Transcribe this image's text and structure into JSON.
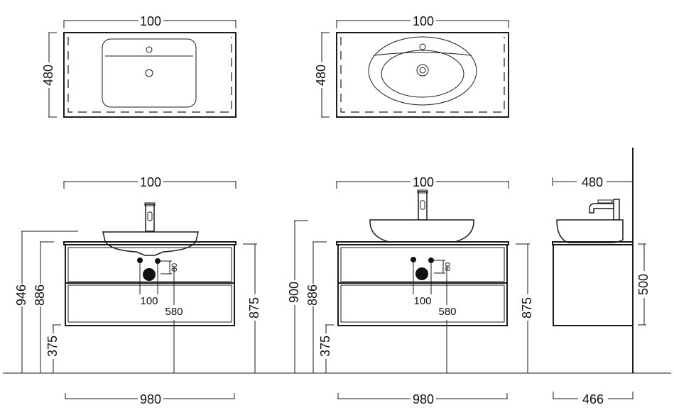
{
  "top_view_left": {
    "width": "100",
    "depth": "480"
  },
  "top_view_right": {
    "width": "100",
    "depth": "480"
  },
  "front_left": {
    "top_width": "100",
    "heights": [
      "946",
      "886",
      "375",
      "875"
    ],
    "hole_spacing": "100",
    "hole_offset": "80",
    "drain_height": "580",
    "bottom_width": "980"
  },
  "front_right": {
    "top_width": "100",
    "heights": [
      "900",
      "886",
      "375",
      "875"
    ],
    "hole_spacing": "100",
    "hole_offset": "80",
    "drain_height": "580",
    "bottom_width": "980"
  },
  "side_view": {
    "top_depth": "480",
    "height": "500",
    "bottom_depth": "466"
  }
}
